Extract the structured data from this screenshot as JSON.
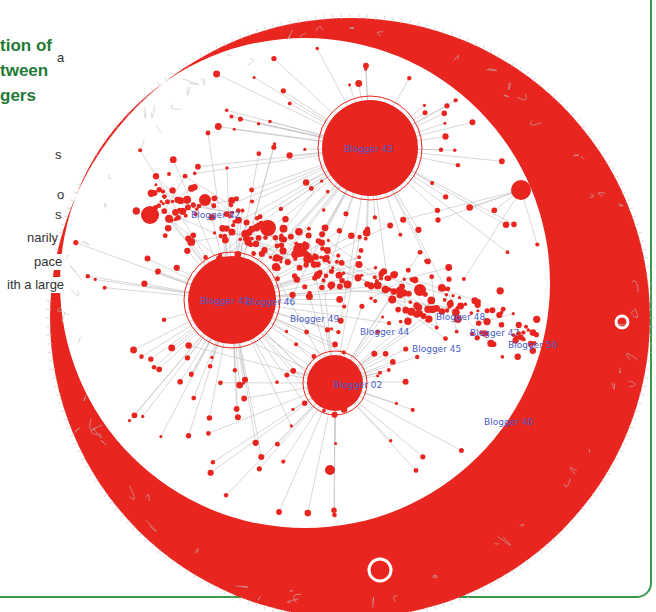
{
  "diagram": {
    "title": "tion of tween gers",
    "labels": [
      "a",
      "s",
      "o",
      "s",
      "narily",
      "pace",
      "ith a large",
      "Blogger 43",
      "Blogger 41",
      "Blogger 42",
      "Blogger 46",
      "Blogger 49",
      "Blogger 48",
      "Blogger 44",
      "Blogger 45",
      "Blogger 47",
      "Blogger 50",
      "Blogger 02",
      "Blogger 40"
    ]
  }
}
